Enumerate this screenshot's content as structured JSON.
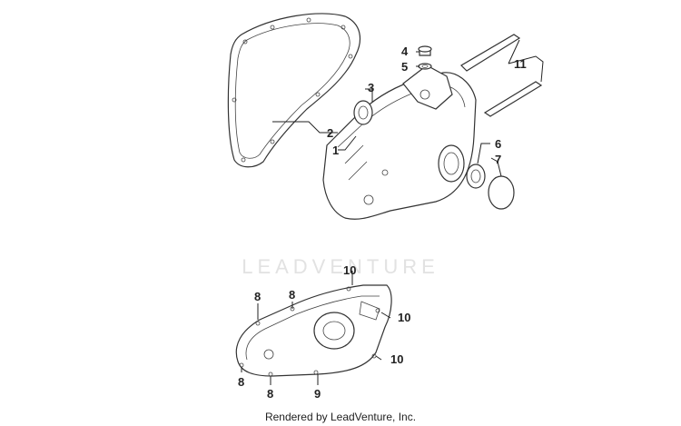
{
  "watermark": "LEADVENTURE",
  "footer": "Rendered by LeadVenture, Inc.",
  "callouts": {
    "c1": "1",
    "c2": "2",
    "c3": "3",
    "c4": "4",
    "c5": "5",
    "c6": "6",
    "c7": "7",
    "c8a": "8",
    "c8b": "8",
    "c8c": "8",
    "c8d": "8",
    "c9": "9",
    "c10a": "10",
    "c10b": "10",
    "c10c": "10",
    "c11": "11"
  }
}
